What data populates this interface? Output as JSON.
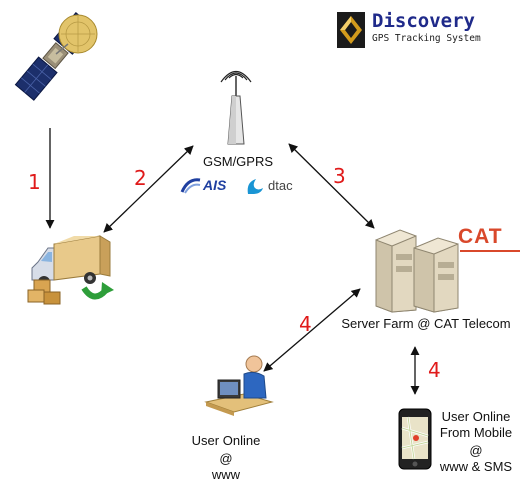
{
  "brand": {
    "name": "Discovery",
    "tagline": "GPS Tracking System",
    "colors": {
      "name": "#1f2a8a",
      "tagline": "#222222"
    }
  },
  "nodes": {
    "network": {
      "label": "GSM/GPRS",
      "carriers": [
        "AIS",
        "dtac"
      ]
    },
    "server": {
      "label": "Server Farm @ CAT Telecom",
      "logo": "CAT",
      "logo_color": "#d9482b"
    },
    "user_web": {
      "lines": [
        "User Online",
        "@",
        "www"
      ]
    },
    "user_mobile": {
      "lines": [
        "User Online",
        "From Mobile",
        "@",
        "www & SMS"
      ]
    }
  },
  "steps": [
    "1",
    "2",
    "3",
    "4",
    "4"
  ],
  "colors": {
    "step": "#e01a1a",
    "arrow": "#111111"
  },
  "icons": {
    "satellite": "satellite-icon",
    "tower": "cell-tower-icon",
    "truck": "delivery-truck-icon",
    "server": "server-icon",
    "user": "user-at-computer-icon",
    "phone": "smartphone-icon"
  }
}
